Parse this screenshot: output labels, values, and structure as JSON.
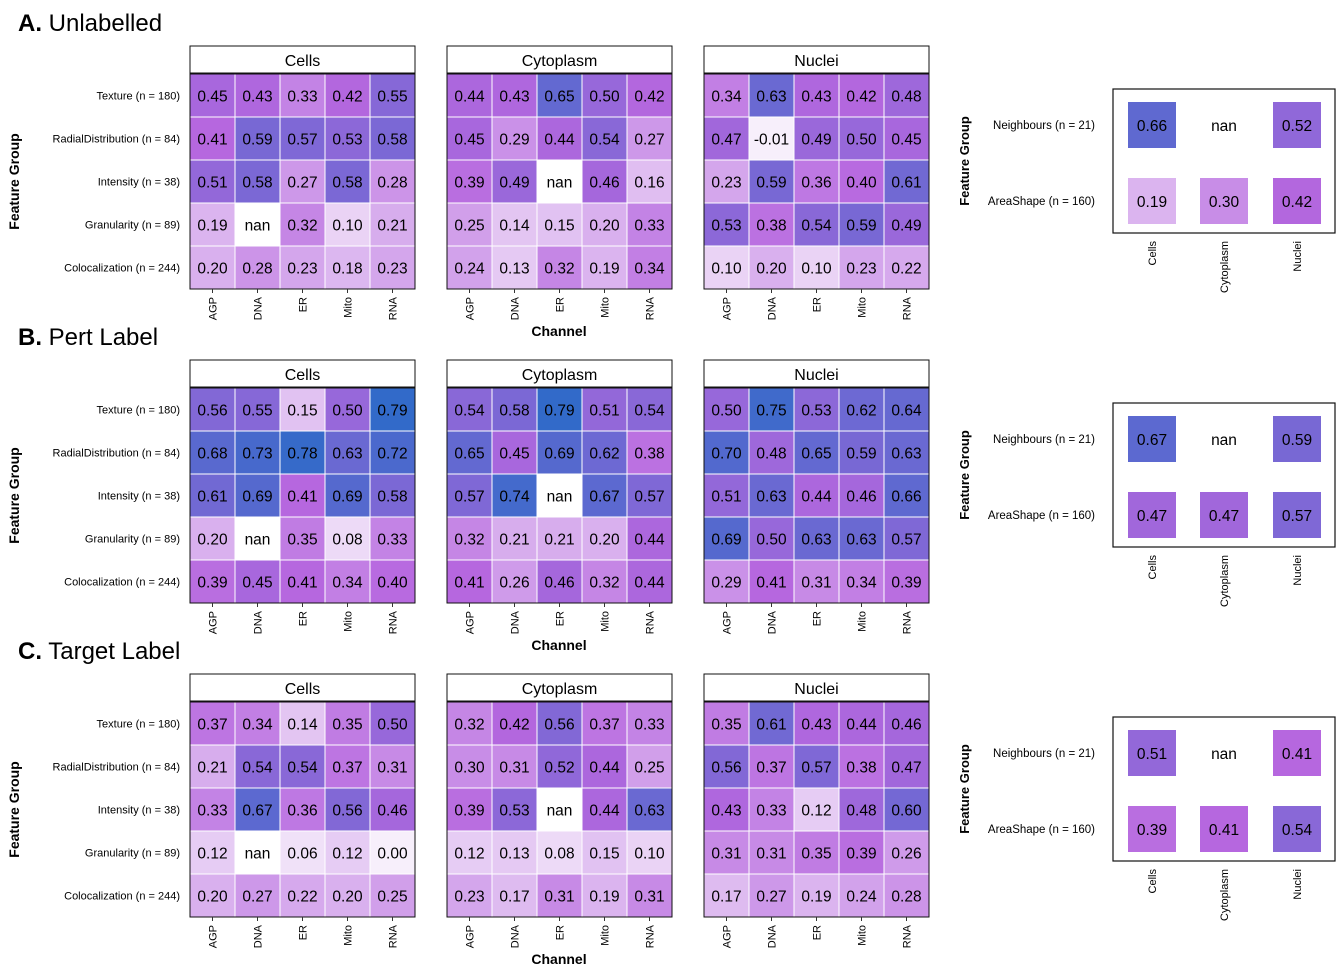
{
  "labels": {
    "feature_group": "Feature Group",
    "channel": "Channel",
    "nan": "nan"
  },
  "palette": {
    "low": "#f7effb",
    "mid": "#b667df",
    "high": "#2f6ac8",
    "frame": "#111111",
    "cell_border": "#ffffff"
  },
  "chart_data": [
    {
      "type": "heatmap",
      "panel_letter": "A.",
      "panel_title": "Unlabelled",
      "rows": [
        "Texture (n = 180)",
        "RadialDistribution (n = 84)",
        "Intensity (n = 38)",
        "Granularity (n = 89)",
        "Colocalization (n = 244)"
      ],
      "columns": [
        "AGP",
        "DNA",
        "ER",
        "Mito",
        "RNA"
      ],
      "compartments": [
        {
          "title": "Cells",
          "values": [
            [
              0.45,
              0.43,
              0.33,
              0.42,
              0.55
            ],
            [
              0.41,
              0.59,
              0.57,
              0.53,
              0.58
            ],
            [
              0.51,
              0.58,
              0.27,
              0.58,
              0.28
            ],
            [
              0.19,
              null,
              0.32,
              0.1,
              0.21
            ],
            [
              0.2,
              0.28,
              0.23,
              0.18,
              0.23
            ]
          ]
        },
        {
          "title": "Cytoplasm",
          "values": [
            [
              0.44,
              0.43,
              0.65,
              0.5,
              0.42
            ],
            [
              0.45,
              0.29,
              0.44,
              0.54,
              0.27
            ],
            [
              0.39,
              0.49,
              null,
              0.46,
              0.16
            ],
            [
              0.25,
              0.14,
              0.15,
              0.2,
              0.33
            ],
            [
              0.24,
              0.13,
              0.32,
              0.19,
              0.34
            ]
          ]
        },
        {
          "title": "Nuclei",
          "values": [
            [
              0.34,
              0.63,
              0.43,
              0.42,
              0.48
            ],
            [
              0.47,
              -0.01,
              0.49,
              0.5,
              0.45
            ],
            [
              0.23,
              0.59,
              0.36,
              0.4,
              0.61
            ],
            [
              0.53,
              0.38,
              0.54,
              0.59,
              0.49
            ],
            [
              0.1,
              0.2,
              0.1,
              0.23,
              0.22
            ]
          ]
        }
      ],
      "side": {
        "rows": [
          "Neighbours (n = 21)",
          "AreaShape (n = 160)"
        ],
        "columns": [
          "Cells",
          "Cytoplasm",
          "Nuclei"
        ],
        "values": [
          [
            0.66,
            null,
            0.52
          ],
          [
            0.19,
            0.3,
            0.42
          ]
        ]
      }
    },
    {
      "type": "heatmap",
      "panel_letter": "B.",
      "panel_title": "Pert Label",
      "rows": [
        "Texture (n = 180)",
        "RadialDistribution (n = 84)",
        "Intensity (n = 38)",
        "Granularity (n = 89)",
        "Colocalization (n = 244)"
      ],
      "columns": [
        "AGP",
        "DNA",
        "ER",
        "Mito",
        "RNA"
      ],
      "compartments": [
        {
          "title": "Cells",
          "values": [
            [
              0.56,
              0.55,
              0.15,
              0.5,
              0.79
            ],
            [
              0.68,
              0.73,
              0.78,
              0.63,
              0.72
            ],
            [
              0.61,
              0.69,
              0.41,
              0.69,
              0.58
            ],
            [
              0.2,
              null,
              0.35,
              0.08,
              0.33
            ],
            [
              0.39,
              0.45,
              0.41,
              0.34,
              0.4
            ]
          ]
        },
        {
          "title": "Cytoplasm",
          "values": [
            [
              0.54,
              0.58,
              0.79,
              0.51,
              0.54
            ],
            [
              0.65,
              0.45,
              0.69,
              0.62,
              0.38
            ],
            [
              0.57,
              0.74,
              null,
              0.67,
              0.57
            ],
            [
              0.32,
              0.21,
              0.21,
              0.2,
              0.44
            ],
            [
              0.41,
              0.26,
              0.46,
              0.32,
              0.44
            ]
          ]
        },
        {
          "title": "Nuclei",
          "values": [
            [
              0.5,
              0.75,
              0.53,
              0.62,
              0.64
            ],
            [
              0.7,
              0.48,
              0.65,
              0.59,
              0.63
            ],
            [
              0.51,
              0.63,
              0.44,
              0.46,
              0.66
            ],
            [
              0.69,
              0.5,
              0.63,
              0.63,
              0.57
            ],
            [
              0.29,
              0.41,
              0.31,
              0.34,
              0.39
            ]
          ]
        }
      ],
      "side": {
        "rows": [
          "Neighbours (n = 21)",
          "AreaShape (n = 160)"
        ],
        "columns": [
          "Cells",
          "Cytoplasm",
          "Nuclei"
        ],
        "values": [
          [
            0.67,
            null,
            0.59
          ],
          [
            0.47,
            0.47,
            0.57
          ]
        ]
      }
    },
    {
      "type": "heatmap",
      "panel_letter": "C.",
      "panel_title": "Target Label",
      "rows": [
        "Texture (n = 180)",
        "RadialDistribution (n = 84)",
        "Intensity (n = 38)",
        "Granularity (n = 89)",
        "Colocalization (n = 244)"
      ],
      "columns": [
        "AGP",
        "DNA",
        "ER",
        "Mito",
        "RNA"
      ],
      "compartments": [
        {
          "title": "Cells",
          "values": [
            [
              0.37,
              0.34,
              0.14,
              0.35,
              0.5
            ],
            [
              0.21,
              0.54,
              0.54,
              0.37,
              0.31
            ],
            [
              0.33,
              0.67,
              0.36,
              0.56,
              0.46
            ],
            [
              0.12,
              null,
              0.06,
              0.12,
              0.0
            ],
            [
              0.2,
              0.27,
              0.22,
              0.2,
              0.25
            ]
          ]
        },
        {
          "title": "Cytoplasm",
          "values": [
            [
              0.32,
              0.42,
              0.56,
              0.37,
              0.33
            ],
            [
              0.3,
              0.31,
              0.52,
              0.44,
              0.25
            ],
            [
              0.39,
              0.53,
              null,
              0.44,
              0.63
            ],
            [
              0.12,
              0.13,
              0.08,
              0.15,
              0.1
            ],
            [
              0.23,
              0.17,
              0.31,
              0.19,
              0.31
            ]
          ]
        },
        {
          "title": "Nuclei",
          "values": [
            [
              0.35,
              0.61,
              0.43,
              0.44,
              0.46
            ],
            [
              0.56,
              0.37,
              0.57,
              0.38,
              0.47
            ],
            [
              0.43,
              0.33,
              0.12,
              0.48,
              0.6
            ],
            [
              0.31,
              0.31,
              0.35,
              0.39,
              0.26
            ],
            [
              0.17,
              0.27,
              0.19,
              0.24,
              0.28
            ]
          ]
        }
      ],
      "side": {
        "rows": [
          "Neighbours (n = 21)",
          "AreaShape (n = 160)"
        ],
        "columns": [
          "Cells",
          "Cytoplasm",
          "Nuclei"
        ],
        "values": [
          [
            0.51,
            null,
            0.41
          ],
          [
            0.39,
            0.41,
            0.54
          ]
        ]
      }
    }
  ]
}
